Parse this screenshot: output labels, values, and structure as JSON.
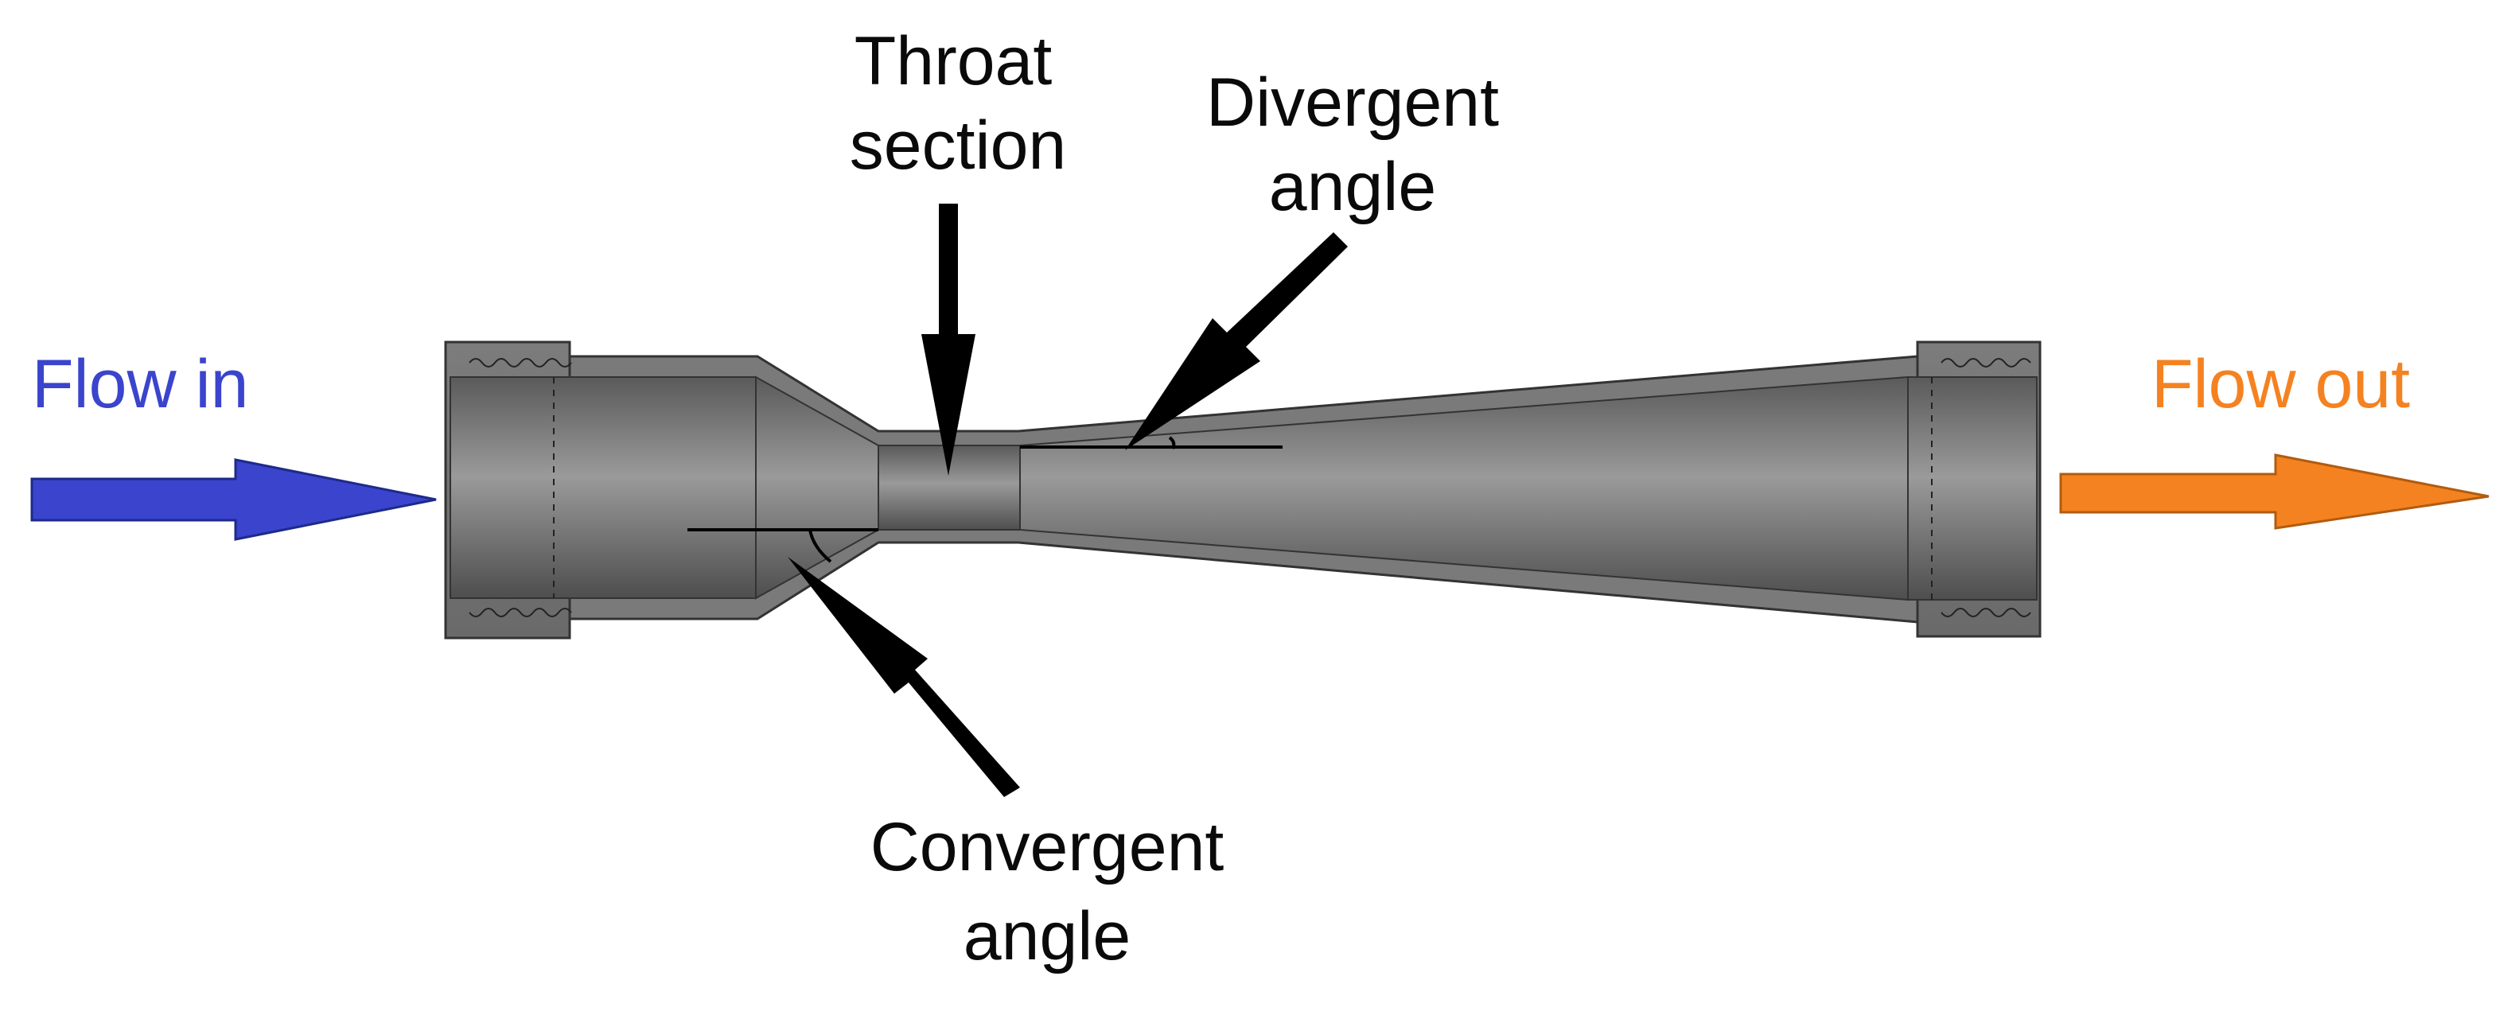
{
  "labels": {
    "flow_in": "Flow in",
    "flow_out": "Flow out",
    "throat_line1": "Throat",
    "throat_line2": "section",
    "divergent_line1": "Divergent",
    "divergent_line2": "angle",
    "convergent_line1": "Convergent",
    "convergent_line2": "angle"
  },
  "colors": {
    "flow_in": "#3a44cc",
    "flow_out": "#f58220",
    "pipe_body": "#8a8a8a",
    "pipe_inner": "#6f6f6f",
    "pointer": "#000000"
  },
  "icons": {
    "inlet_arrow": "arrow-right-icon",
    "outlet_arrow": "arrow-right-icon",
    "pointer_arrows": "pointer-arrow-icon"
  }
}
